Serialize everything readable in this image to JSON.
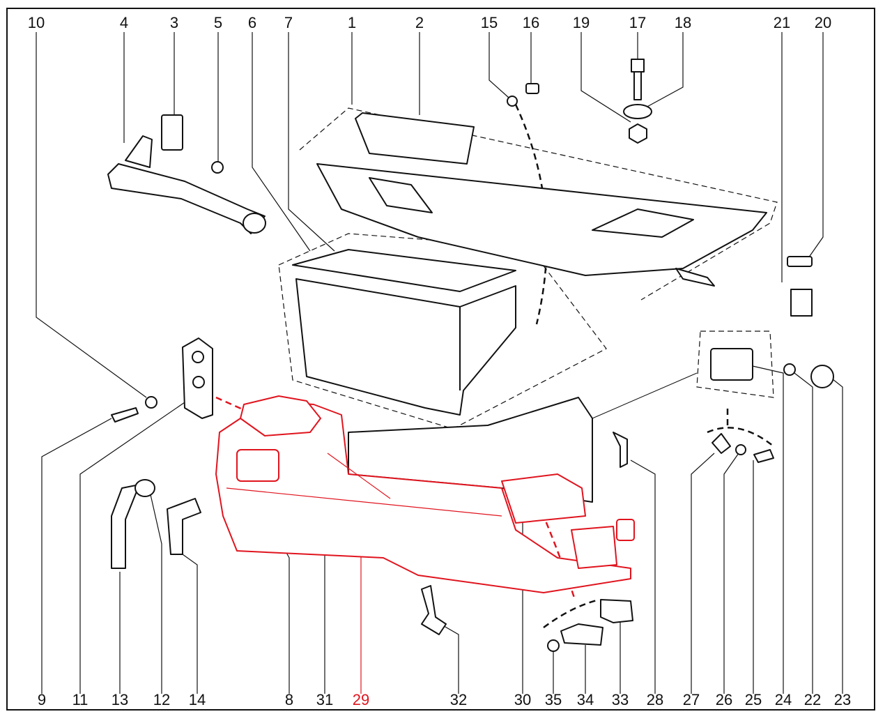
{
  "diagram": {
    "accent_color": "#e0141e",
    "top_labels": [
      "10",
      "4",
      "3",
      "5",
      "6",
      "7",
      "1",
      "2",
      "15",
      "16",
      "19",
      "17",
      "18",
      "21",
      "20"
    ],
    "bottom_labels": [
      "9",
      "11",
      "13",
      "12",
      "14",
      "8",
      "31",
      "29",
      "32",
      "30",
      "35",
      "34",
      "33",
      "28",
      "27",
      "26",
      "25",
      "24",
      "22",
      "23"
    ],
    "highlighted_label": "29"
  }
}
